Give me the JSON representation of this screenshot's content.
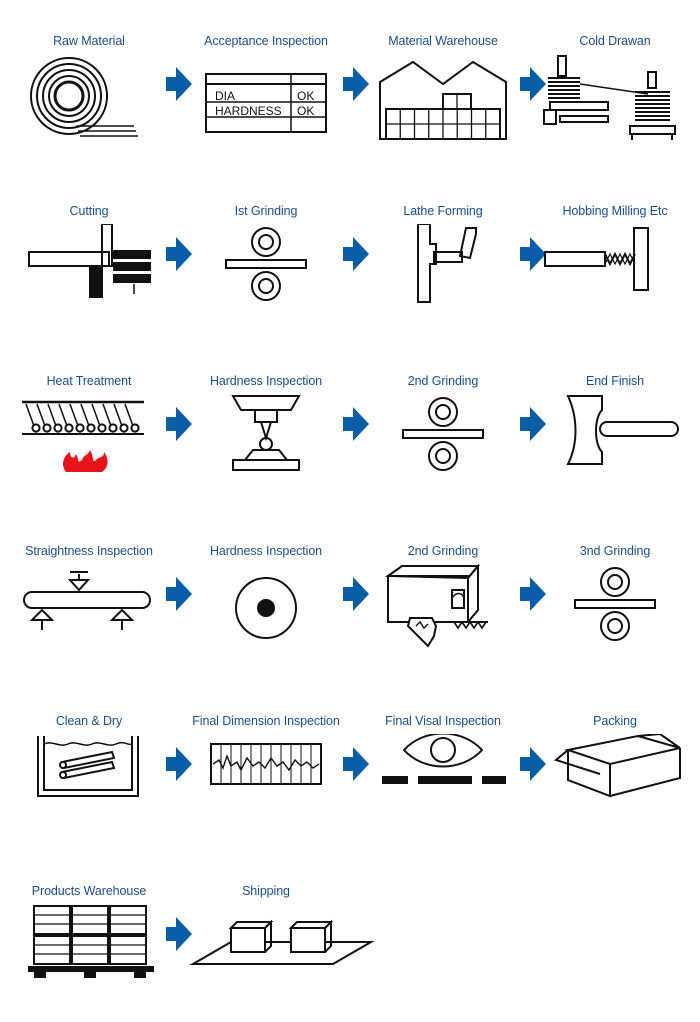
{
  "steps": [
    {
      "label": "Raw Material",
      "icon": "wire-coil-icon"
    },
    {
      "label": "Acceptance Inspection",
      "icon": "inspection-table-icon",
      "table": [
        [
          "DIA",
          "OK"
        ],
        [
          "HARDNESS",
          "OK"
        ]
      ]
    },
    {
      "label": "Material Warehouse",
      "icon": "warehouse-icon"
    },
    {
      "label": "Cold Drawan",
      "icon": "cold-drawing-icon"
    },
    {
      "label": "Cutting",
      "icon": "cutting-icon"
    },
    {
      "label": "Ist Grinding",
      "icon": "grinding-rollers-icon"
    },
    {
      "label": "Lathe Forming",
      "icon": "lathe-icon"
    },
    {
      "label": "Hobbing Milling Etc",
      "icon": "hobbing-icon"
    },
    {
      "label": "Heat Treatment",
      "icon": "heat-treatment-icon"
    },
    {
      "label": "Hardness Inspection",
      "icon": "hardness-tester-icon"
    },
    {
      "label": "2nd Grinding",
      "icon": "grinding-rollers-icon"
    },
    {
      "label": "End Finish",
      "icon": "end-finish-icon"
    },
    {
      "label": "Straightness Inspection",
      "icon": "straightness-icon"
    },
    {
      "label": "Hardness Inspection",
      "icon": "cross-section-icon"
    },
    {
      "label": "2nd Grinding",
      "icon": "eddy-current-tester-icon"
    },
    {
      "label": "3nd Grinding",
      "icon": "grinding-rollers-icon"
    },
    {
      "label": "Clean & Dry",
      "icon": "cleaning-tank-icon"
    },
    {
      "label": "Final Dimension Inspection",
      "icon": "dimension-chart-icon"
    },
    {
      "label": "Final Visal Inspection",
      "icon": "eye-icon"
    },
    {
      "label": "Packing",
      "icon": "packing-box-icon"
    },
    {
      "label": "Products Warehouse",
      "icon": "pallet-stack-icon"
    },
    {
      "label": "Shipping",
      "icon": "shipping-boxes-icon"
    }
  ],
  "colors": {
    "label": "#1a4f8c",
    "arrow": "#0a5ea8",
    "flame": "#e8141b",
    "line": "#111111"
  }
}
